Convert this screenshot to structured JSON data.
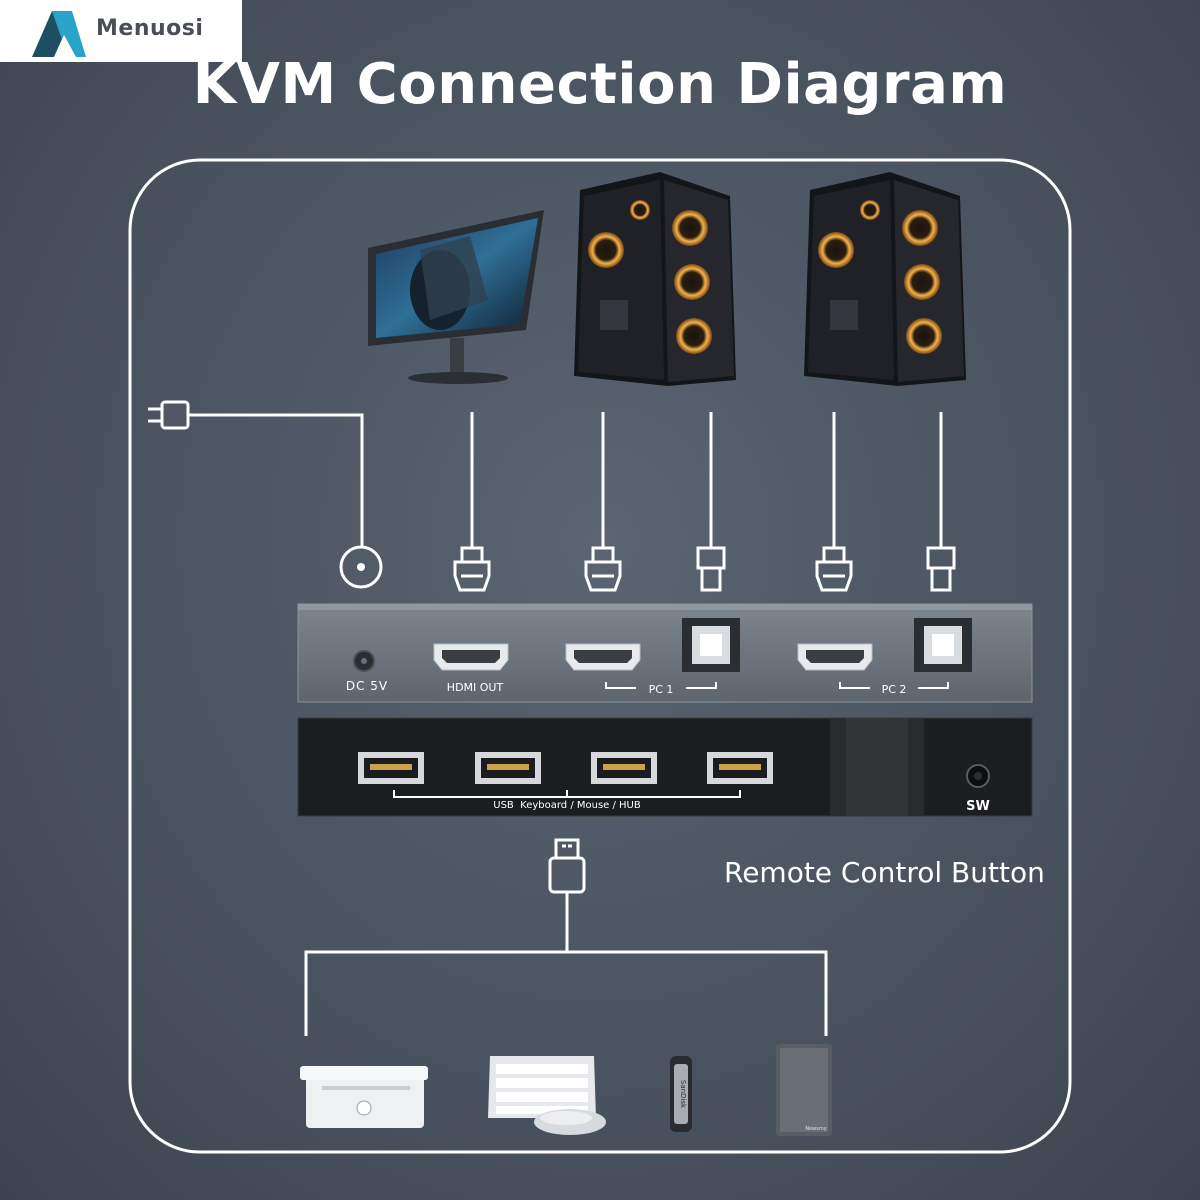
{
  "brand": {
    "name": "Menuosi",
    "colors": {
      "logo_dark": "#1f4f63",
      "logo_light": "#2aa3c8"
    }
  },
  "title": "KVM Connection Diagram",
  "front_panel": {
    "dc_label": "DC 5V",
    "hdmi_out_label": "HDMI OUT",
    "pc1_label": "PC 1",
    "pc2_label": "PC 2"
  },
  "back_panel": {
    "usb_label": "USB  Keyboard / Mouse / HUB",
    "sw_label": "SW"
  },
  "remote_label": "Remote Control Button",
  "devices_top": [
    "monitor",
    "pc-tower-1",
    "pc-tower-2"
  ],
  "devices_bottom": [
    "printer",
    "keyboard-mouse",
    "usb-flash-drive",
    "external-hard-drive"
  ],
  "drive_brand": "SanDisk",
  "hdd_brand": "Newsmy",
  "colors": {
    "line": "#ffffff",
    "panel_front": "#6e767f",
    "panel_back": "#1c1d20",
    "fan_glow": "#f2a33a"
  }
}
